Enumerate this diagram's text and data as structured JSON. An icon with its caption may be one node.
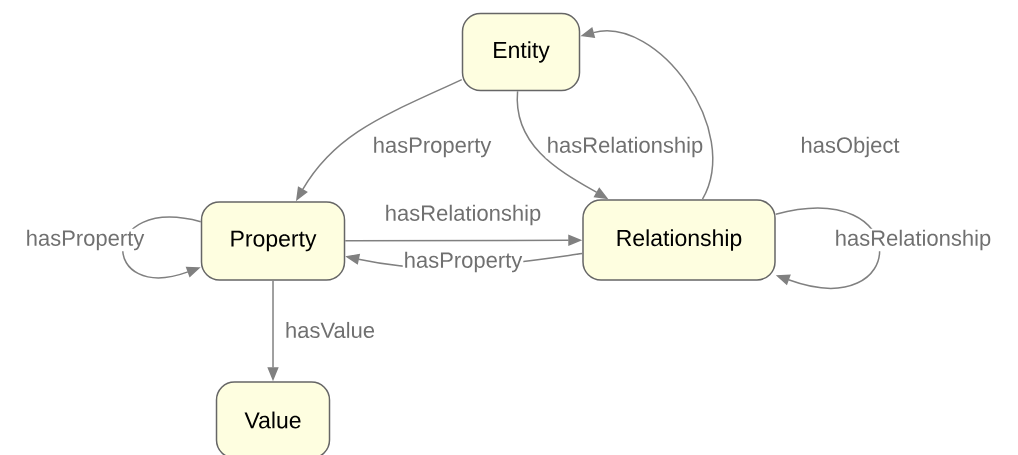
{
  "diagram": {
    "nodes": [
      {
        "text": [
          "Entity"
        ]
      },
      {
        "text": [
          "Property"
        ]
      },
      {
        "text": [
          "Relationship"
        ]
      },
      {
        "text": [
          "Value"
        ]
      }
    ],
    "edges": [
      {
        "from": 0,
        "to": 1,
        "arrow": "to",
        "label": "hasProperty"
      },
      {
        "from": 0,
        "to": 2,
        "arrow": "to",
        "label": "hasRelationship"
      },
      {
        "from": 2,
        "to": 0,
        "arrow": "to",
        "label": "hasObject"
      },
      {
        "from": 1,
        "to": 1,
        "arrow": "to",
        "label": "hasProperty"
      },
      {
        "from": 1,
        "to": 2,
        "arrow": "to",
        "label": "hasRelationship"
      },
      {
        "from": 2,
        "to": 1,
        "arrow": "to",
        "label": "hasProperty"
      },
      {
        "from": 2,
        "to": 2,
        "arrow": "to",
        "label": "hasRelationship"
      },
      {
        "from": 1,
        "to": 3,
        "arrow": "to",
        "label": "hasValue"
      }
    ]
  }
}
